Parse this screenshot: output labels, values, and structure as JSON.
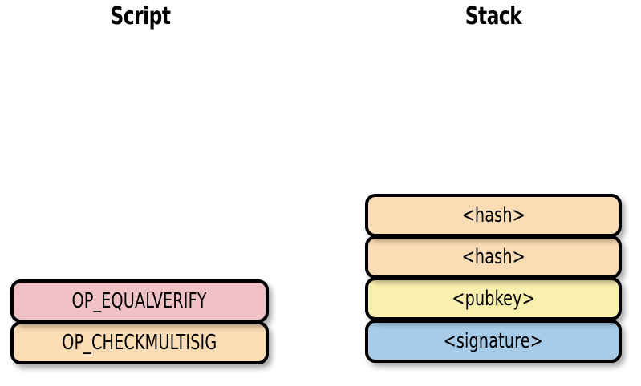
{
  "figure": {
    "background_color": "#ffffff",
    "columns": [
      {
        "id": "script",
        "title": "Script"
      },
      {
        "id": "stack",
        "title": "Stack"
      }
    ]
  },
  "palette": {
    "peach": "#fbdcb5",
    "pink": "#f0c2c6",
    "yellow": "#faf0ae",
    "blue": "#a8cce8",
    "outline": "#000000",
    "text": "#000000"
  },
  "script_column": {
    "title": "Script",
    "items": [
      {
        "label": "OP_EQUALVERIFY",
        "color": "#f0c2c6"
      },
      {
        "label": "OP_CHECKMULTISIG",
        "color": "#fbdcb5"
      }
    ]
  },
  "stack_column": {
    "title": "Stack",
    "items": [
      {
        "label": "<hash>",
        "color": "#fbdcb5"
      },
      {
        "label": "<hash>",
        "color": "#fbdcb5"
      },
      {
        "label": "<pubkey>",
        "color": "#faf0ae"
      },
      {
        "label": "<signature>",
        "color": "#a8cce8"
      }
    ]
  }
}
